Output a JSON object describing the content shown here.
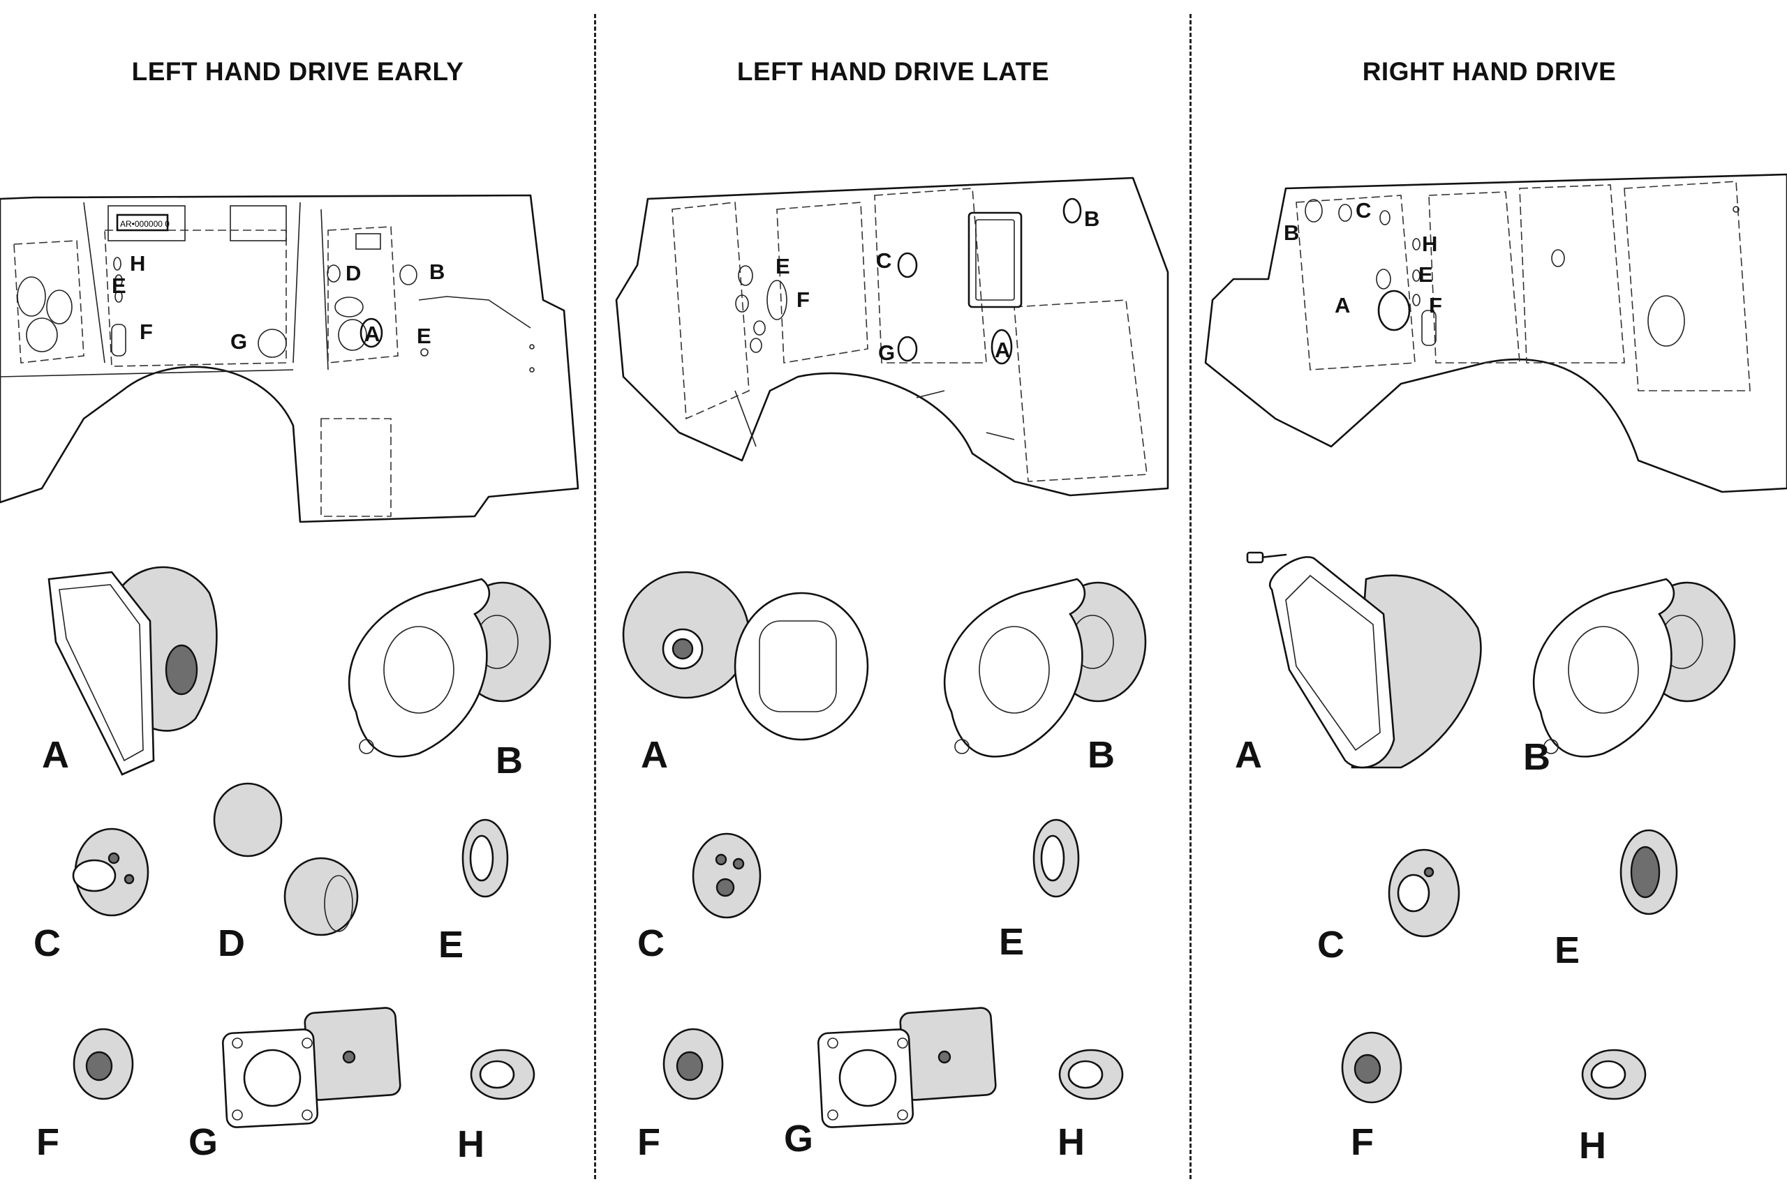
{
  "columns": [
    {
      "title": "LEFT HAND DRIVE EARLY",
      "plate_text": "AR•000000 0",
      "callouts": [
        "H",
        "E",
        "F",
        "D",
        "B",
        "A",
        "G",
        "E"
      ],
      "part_labels": [
        "A",
        "B",
        "C",
        "D",
        "E",
        "F",
        "G",
        "H"
      ]
    },
    {
      "title": "LEFT HAND DRIVE LATE",
      "callouts": [
        "E",
        "F",
        "C",
        "B",
        "G",
        "A"
      ],
      "part_labels": [
        "A",
        "B",
        "C",
        "E",
        "F",
        "G",
        "H"
      ]
    },
    {
      "title": "RIGHT HAND DRIVE",
      "callouts": [
        "B",
        "C",
        "H",
        "E",
        "A",
        "F"
      ],
      "part_labels": [
        "A",
        "B",
        "C",
        "E",
        "F",
        "H"
      ]
    }
  ],
  "icons": [
    "bulkhead-panel-drawing",
    "grommet-icon",
    "blanking-plug-icon",
    "flange-plate-icon"
  ]
}
